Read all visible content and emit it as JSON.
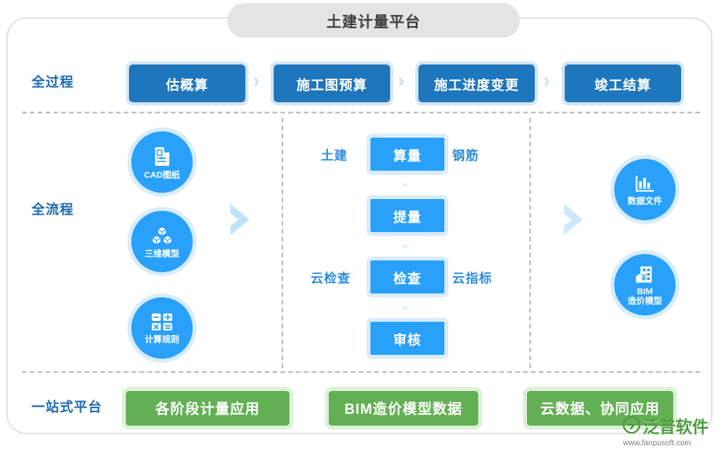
{
  "title": "土建计量平台",
  "rows": {
    "process_label": "全过程",
    "workflow_label": "全流程",
    "platform_label": "一站式平台"
  },
  "stages": [
    {
      "label": "估概算",
      "icon": "chevron-right-icon"
    },
    {
      "label": "施工图预算",
      "icon": "chevron-right-icon"
    },
    {
      "label": "施工进度变更",
      "icon": "chevron-right-icon"
    },
    {
      "label": "竣工结算",
      "icon": ""
    }
  ],
  "stage_chevron": "›",
  "inputs": [
    {
      "label": "CAD图纸",
      "icon": "cad-drawing-icon"
    },
    {
      "label": "三维模型",
      "icon": "three-d-model-icon"
    },
    {
      "label": "计算规则",
      "icon": "calculator-icon"
    }
  ],
  "outputs": [
    {
      "label": "数据文件",
      "label2": "",
      "icon": "bar-chart-file-icon"
    },
    {
      "label": "BIM",
      "label2": "造价模型",
      "icon": "bim-cost-model-icon"
    }
  ],
  "flow": {
    "steps": [
      {
        "label": "算量",
        "left_tag": "土建",
        "right_tag": "钢筋"
      },
      {
        "label": "提量",
        "left_tag": "",
        "right_tag": ""
      },
      {
        "label": "检查",
        "left_tag": "云检查",
        "right_tag": "云指标"
      },
      {
        "label": "审核",
        "left_tag": "",
        "right_tag": ""
      }
    ],
    "down_arrow": "⌄"
  },
  "platform_buttons": [
    {
      "label": "各阶段计量应用"
    },
    {
      "label": "BIM造价模型数据"
    },
    {
      "label": "云数据、协同应用"
    }
  ],
  "watermark": {
    "brand": "泛普软件",
    "url": "www.fanpusoft.com"
  },
  "colors": {
    "stage_blue": "#1e76bd",
    "node_blue": "#29a0fa",
    "halo_blue": "#d9ecfd",
    "green": "#63b054",
    "halo_green": "#dff0da",
    "label_blue": "#1f6bb0",
    "dash_gray": "#b8bcc2",
    "title_gray": "#e4e4e4"
  }
}
